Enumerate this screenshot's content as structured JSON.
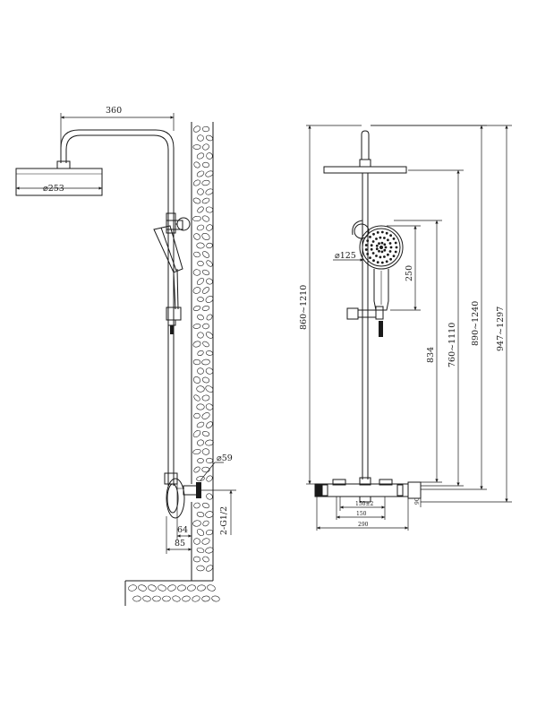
{
  "side_view": {
    "arm_reach": "360",
    "head_diameter": "⌀253",
    "inlet_diameter": "⌀59",
    "inlet_thread": "2-G1/2",
    "valve_depth": "64",
    "outlet_depth": "85"
  },
  "front_view": {
    "hand_shower_diameter": "⌀125",
    "hand_shower_length": "250",
    "height_a": "860~1210",
    "height_b": "834",
    "height_c": "760~1110",
    "height_d": "890~1240",
    "height_e": "947~1297",
    "valve_inner_width": "150±2",
    "valve_center_width": "150",
    "valve_total_width": "290",
    "valve_side_depth": "90"
  }
}
